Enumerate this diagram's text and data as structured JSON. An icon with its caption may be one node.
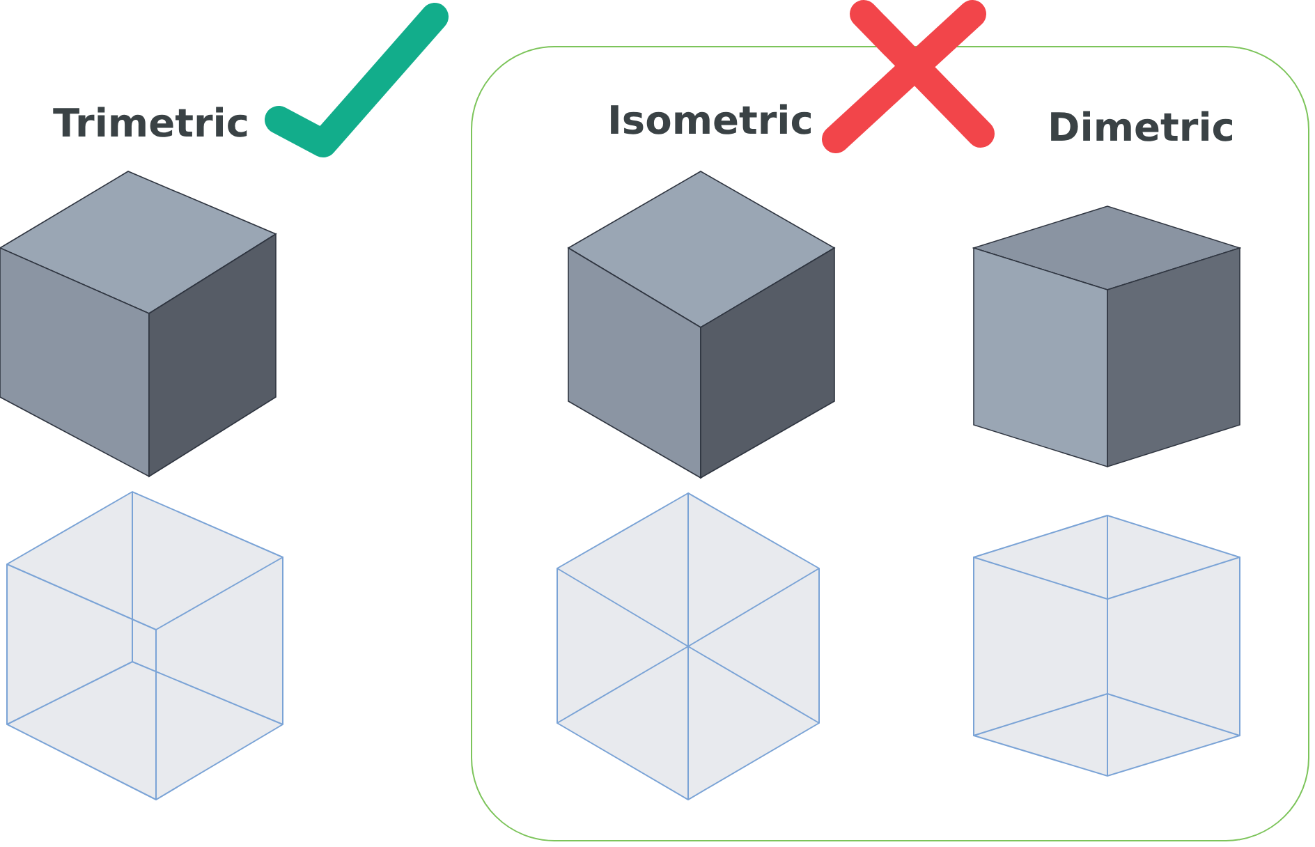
{
  "diagram": {
    "nodes": [
      {
        "text": [
          "Isometric",
          "Dimetric"
        ]
      }
    ],
    "labels": [
      "Trimetric"
    ]
  }
}
